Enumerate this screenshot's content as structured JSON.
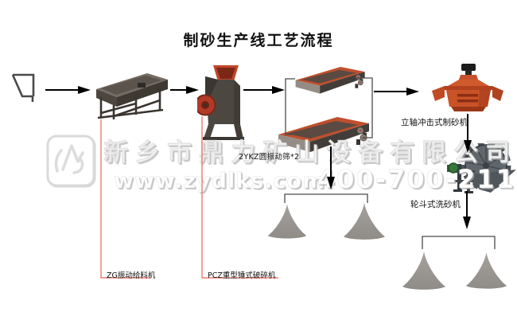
{
  "title": "制砂生产线工艺流程",
  "watermark": {
    "company": "新乡市鼎力矿山设备有限公司",
    "website": "www.zydlks.com",
    "phone": "400-700-211"
  },
  "labels": {
    "feeder": "ZG振动给料机",
    "crusher": "PCZ重型锤式破碎机",
    "screens": "2YKZ圆振动筛*2",
    "sand_maker": "立轴冲击式制砂机",
    "sand_washer": "轮斗式洗砂机"
  },
  "flow_sequence": [
    "feed-hopper",
    "vibrating-feeder",
    "hammer-crusher",
    "circular-vibrating-screens",
    "vsi-sand-maker",
    "wheel-sand-washer",
    "finished-sand-piles"
  ],
  "colors": {
    "callout_line_red": "#ee7a6e",
    "machine_orange": "#c8502c",
    "sand_gray": "#95918c",
    "arrow_black": "#000000"
  }
}
